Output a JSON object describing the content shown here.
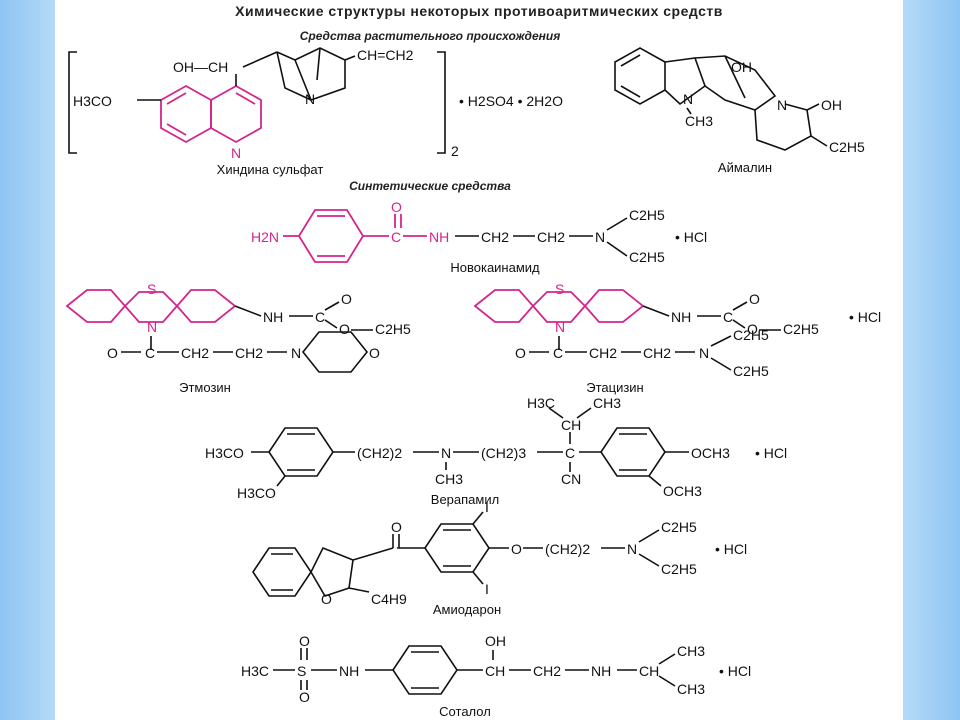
{
  "title": "Химические структуры некоторых противоаритмических средств",
  "sections": {
    "plant": "Средства растительного происхождения",
    "synthetic": "Синтетические средства"
  },
  "compounds": {
    "quinidine": "Хиндина сульфат",
    "ajmaline": "Аймалин",
    "procainamide": "Новокаинамид",
    "ethmozine": "Этмозин",
    "ethacizine": "Этацизин",
    "verapamil": "Верапамил",
    "amiodarone": "Амиодарон",
    "sotalol": "Соталол"
  },
  "atoms": {
    "h3co": "H3CO",
    "oh_ch": "OH—CH",
    "ch_ch2": "CH=CH2",
    "n": "N",
    "salt": "• H2SO4 • 2H2O",
    "sub2": "2",
    "oh": "OH",
    "ch3": "CH3",
    "c2h5": "C2H5",
    "h2n": "H2N",
    "o": "O",
    "c": "C",
    "nh": "NH",
    "ch2": "CH2",
    "hcl": "• HCl",
    "s": "S",
    "ch2n2": "(CH2)2",
    "ch2n3": "(CH2)3",
    "cn": "CN",
    "ch": "CH",
    "och3": "OCH3",
    "i": "I",
    "c4h9": "C4H9",
    "h3c": "H3C"
  },
  "colors": {
    "highlight": "#d4258d",
    "side_bar": "#8ec4f3"
  }
}
